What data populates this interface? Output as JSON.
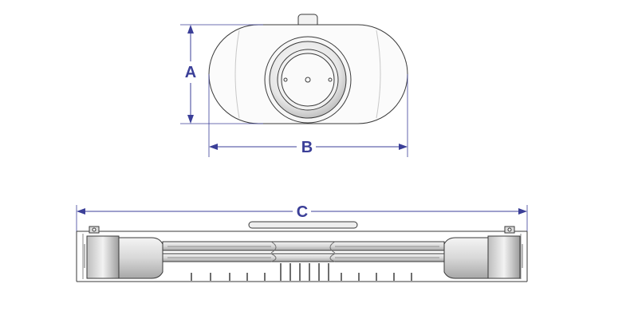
{
  "labels": {
    "height": "A",
    "width": "B",
    "length": "C"
  },
  "colors": {
    "line": "#3a3a3a",
    "dimension": "#3b3f98",
    "shade_light": "#ececec",
    "shade_mid": "#c9c9c9",
    "shade_dark": "#9a9a9a"
  }
}
